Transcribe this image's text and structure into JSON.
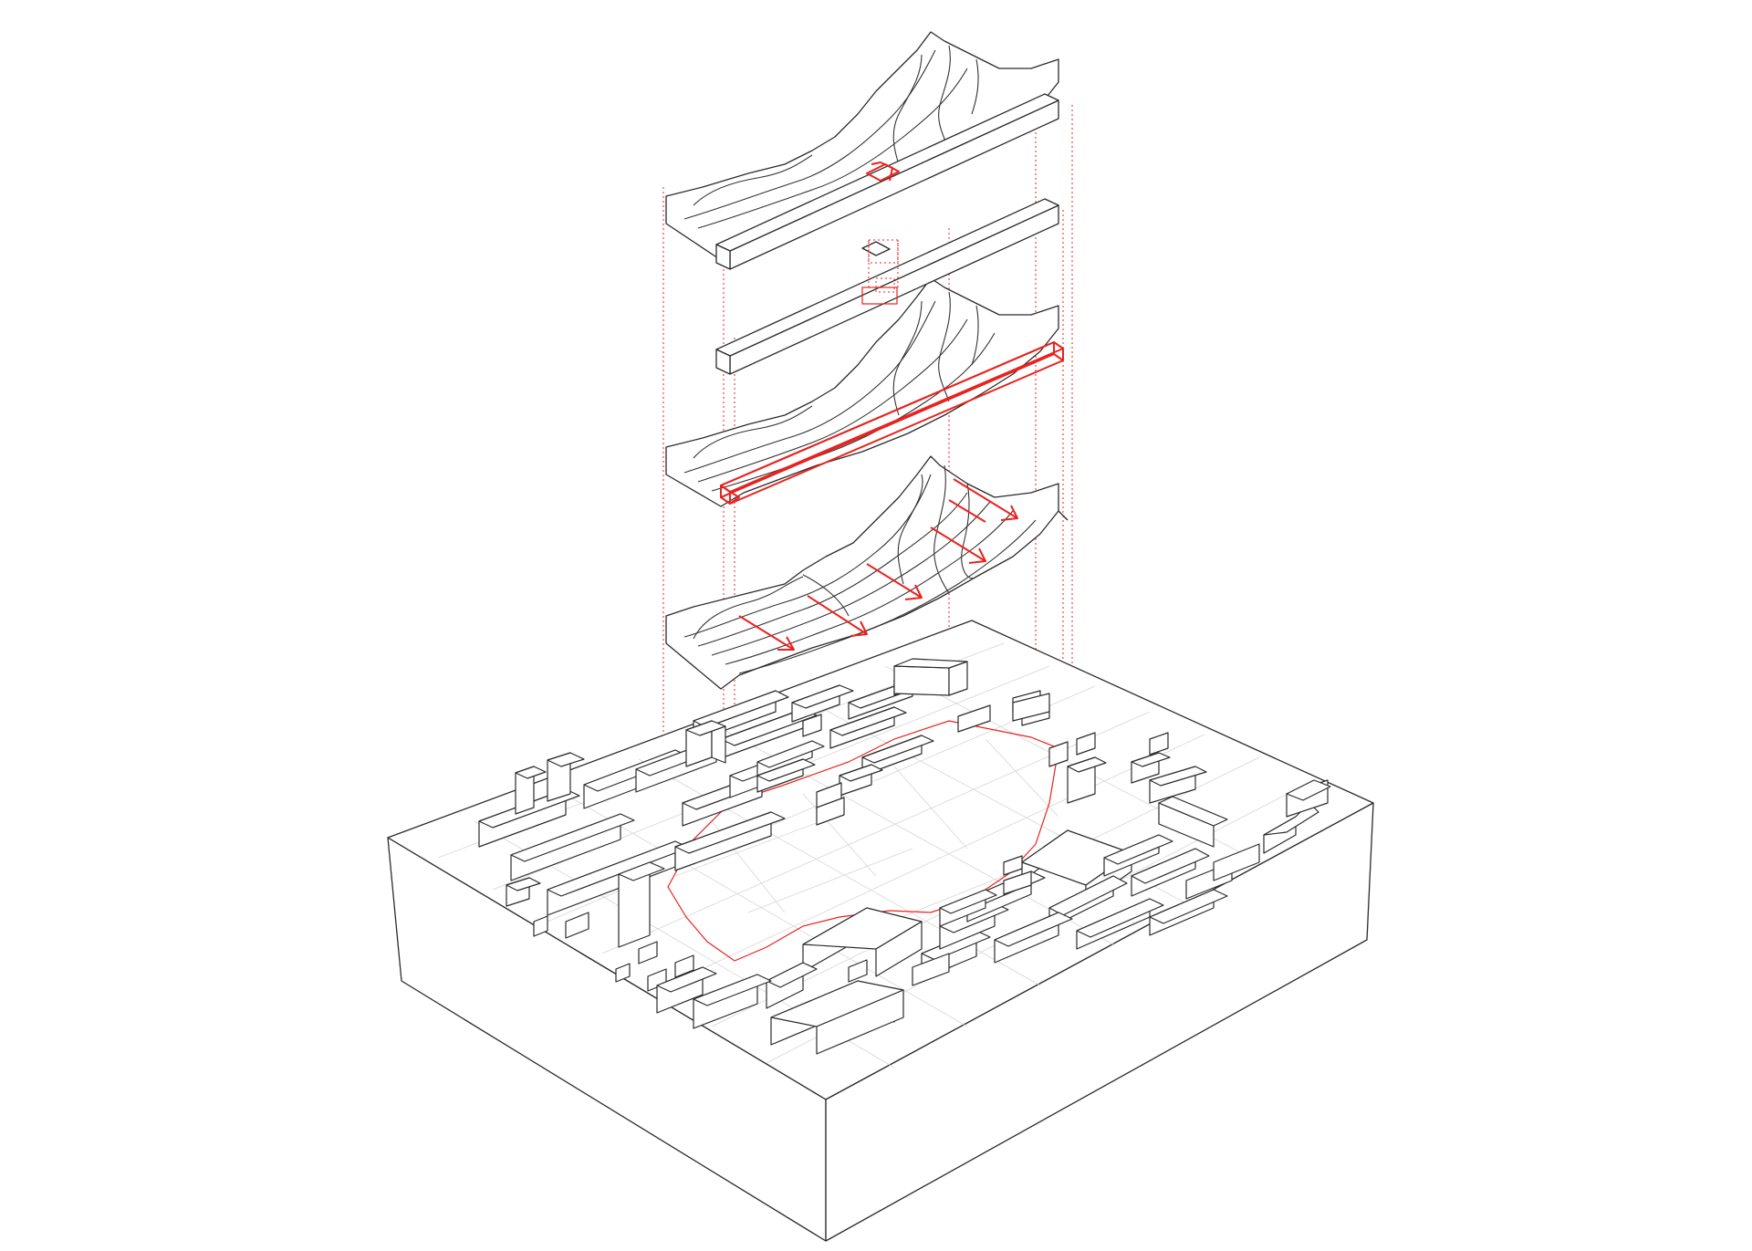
{
  "diagram": {
    "colors": {
      "ink": "#2b2b2b",
      "accent": "#e8231f",
      "background": "#ffffff",
      "grid": "#d6d6d6"
    },
    "layers": [
      {
        "id": "terrain-with-infrastructure",
        "emphasis": "entry-arrow"
      },
      {
        "id": "infrastructure-linear-element",
        "emphasis": "vertical-access"
      },
      {
        "id": "terrain-with-highlighted-spine",
        "emphasis": "spine"
      },
      {
        "id": "terrain-with-flow-arrows",
        "emphasis": "flow-arrows"
      },
      {
        "id": "site-base-with-urban-context",
        "emphasis": "site-boundary"
      }
    ]
  }
}
